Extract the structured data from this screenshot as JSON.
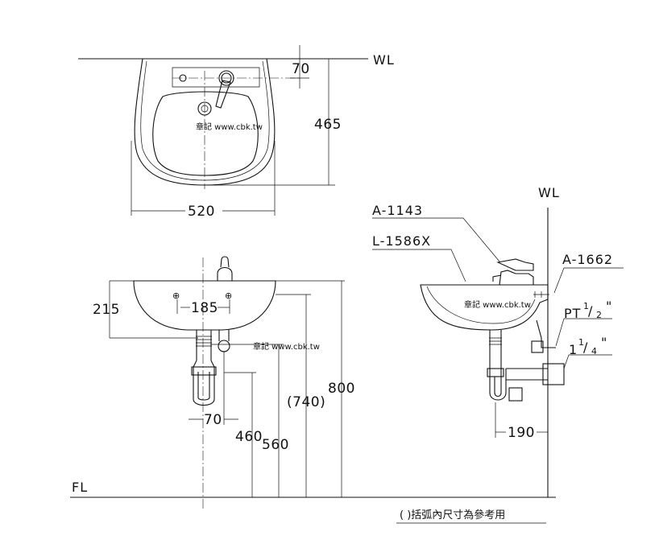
{
  "labels": {
    "wl": "WL",
    "fl": "FL",
    "basin_model": "L-1586X",
    "faucet_model": "A-1143",
    "bracket_model": "A-1662",
    "pt_prefix": "PT",
    "pt_num": "1",
    "pt_den": "2",
    "pt_suffix": "\"",
    "trap_whole": "1",
    "trap_num": "1",
    "trap_den": "4",
    "trap_suffix": "\""
  },
  "watermark": "章記 www.cbk.tw",
  "dimensions": {
    "width": "520",
    "depth": "465",
    "faucet_offset": "70",
    "basin_height": "215",
    "mount_spacing": "185",
    "drain_offset": "70",
    "supply_height": "460",
    "drain_height": "560",
    "rim_inner_height": "(740)",
    "rim_height": "800",
    "trap_projection": "190"
  },
  "note": "(  )括弧內尺寸為參考用",
  "colors": {
    "line": "#111111",
    "background": "#ffffff"
  }
}
